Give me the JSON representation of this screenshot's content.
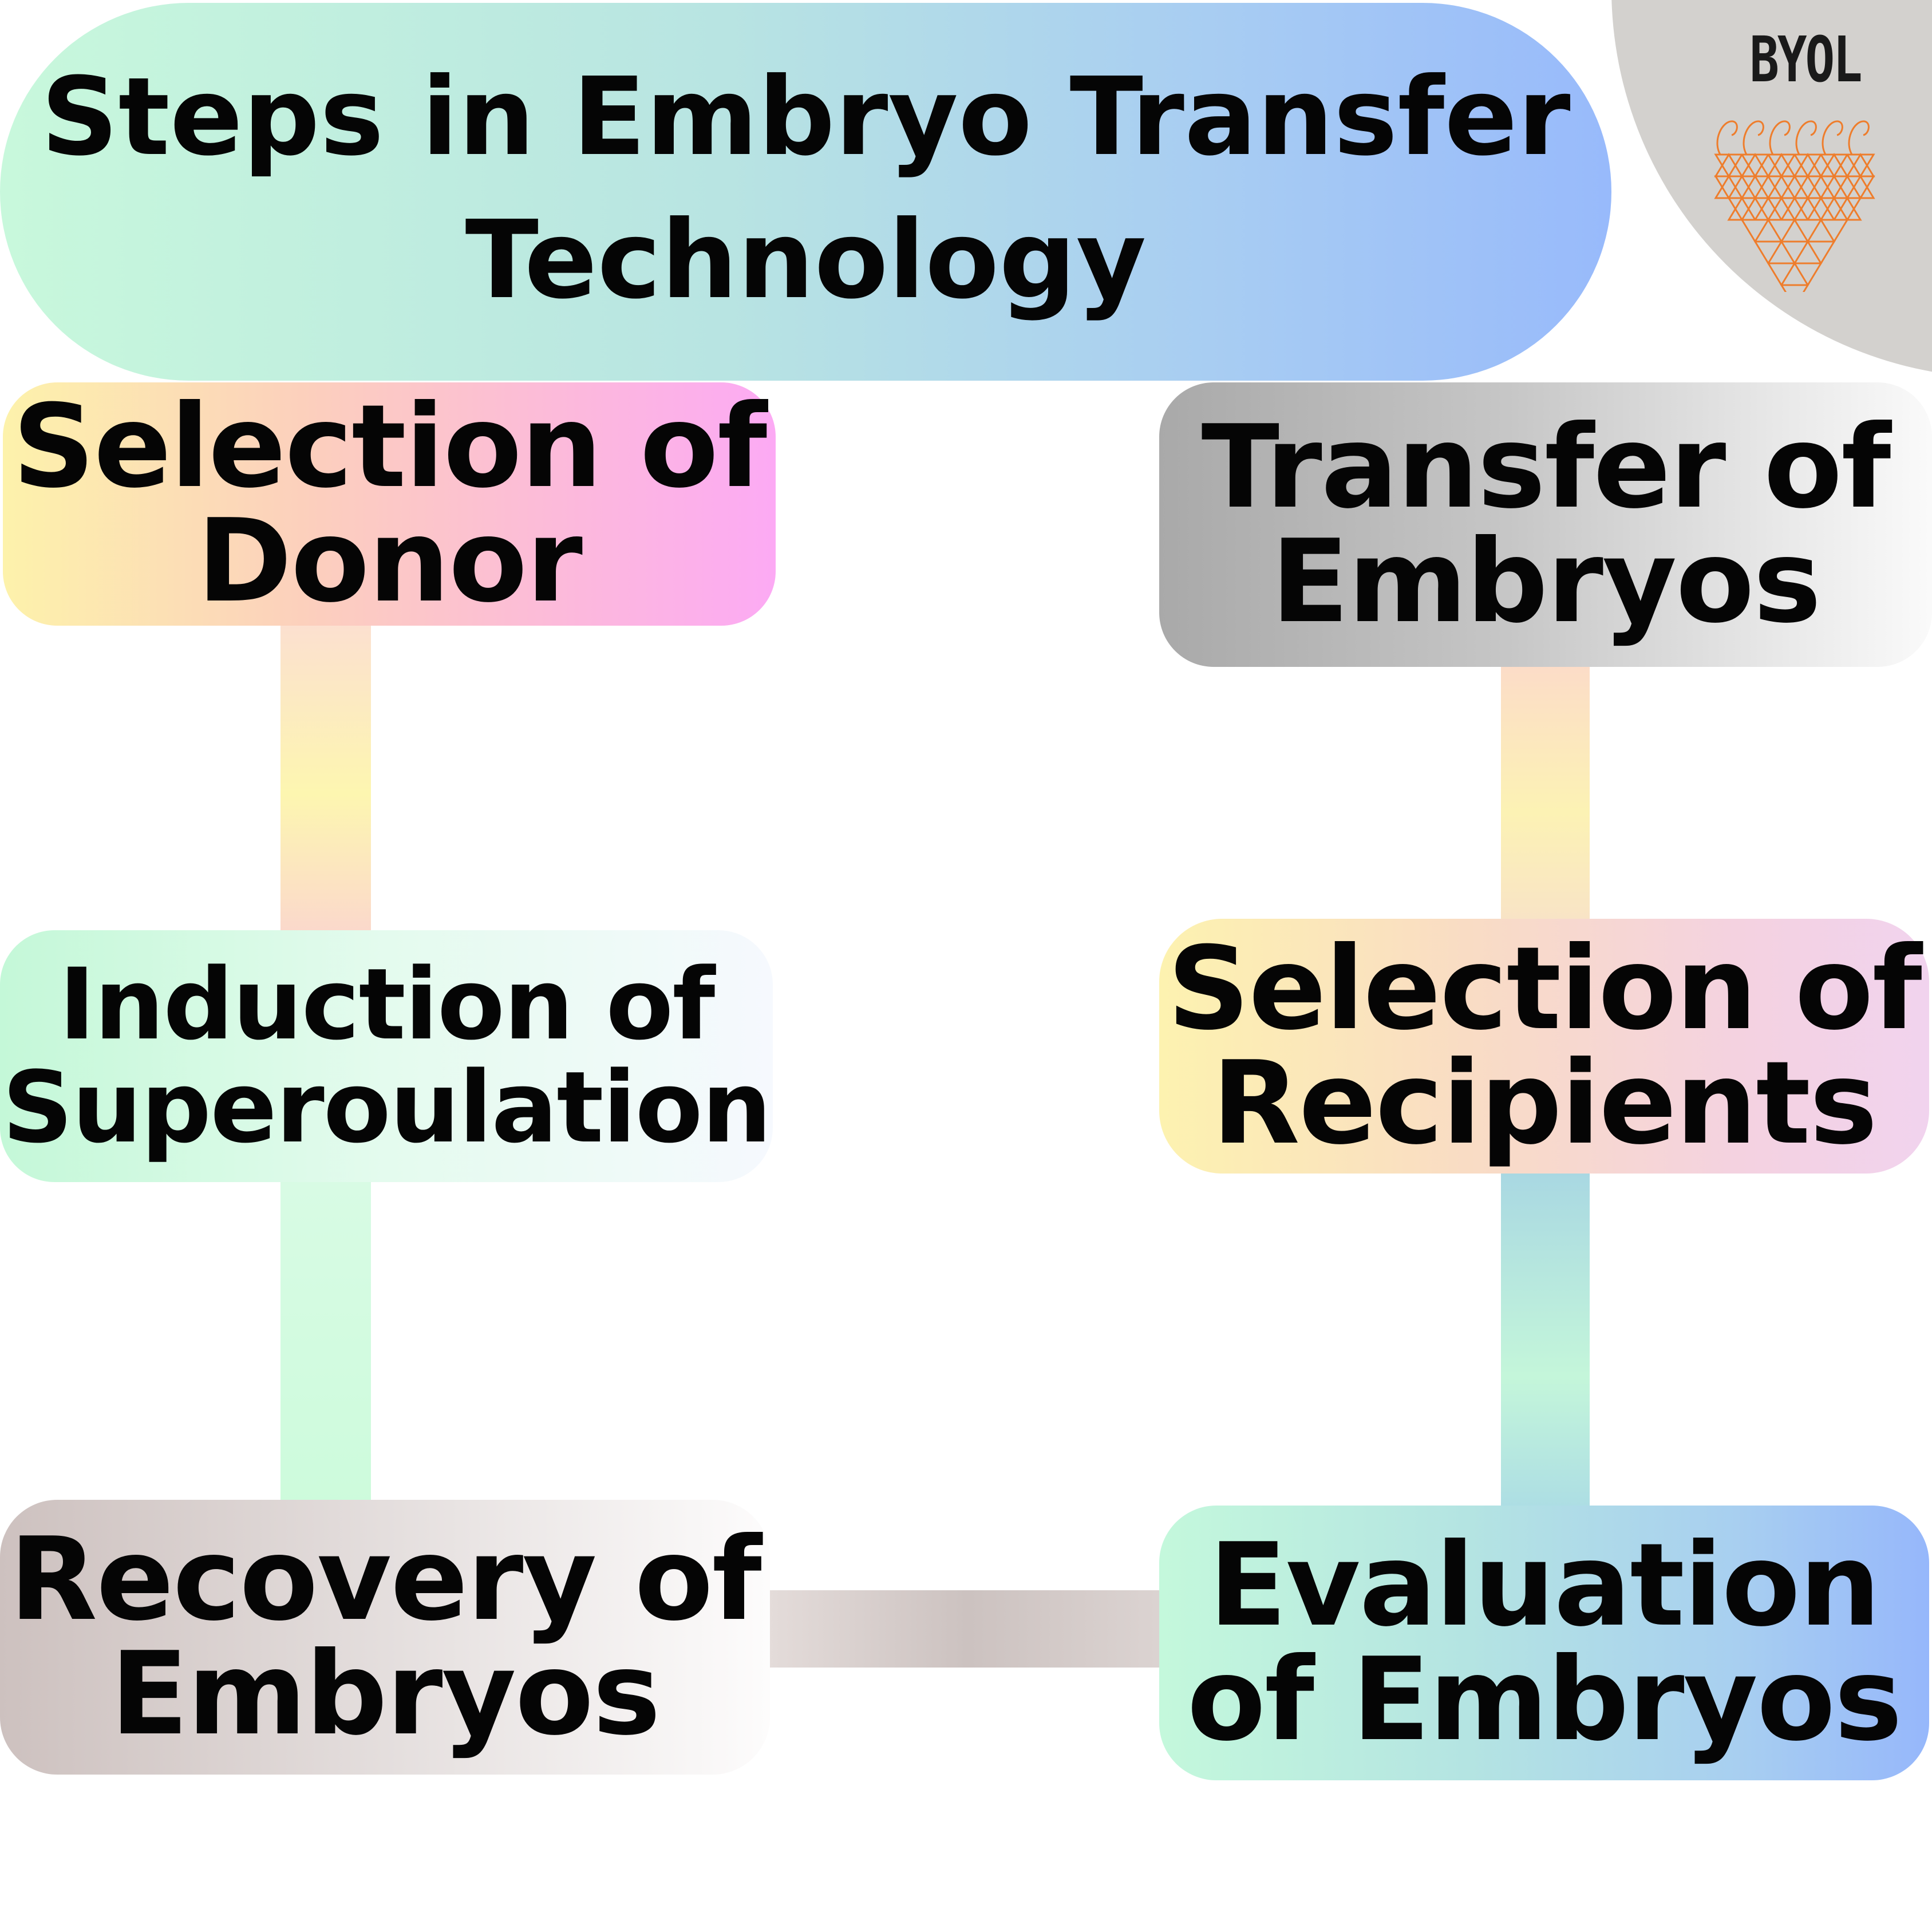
{
  "title": "Steps in Embryo Transfer Technology",
  "logo": {
    "text": "BYOL",
    "mark_icon": "triangle-lattice-heart-icon",
    "mark_color": "#ee7d2c",
    "background_color": "#d3d1ce"
  },
  "steps": [
    {
      "id": "selection-of-donor",
      "label": "Selection of Donor"
    },
    {
      "id": "induction-of-superoulation",
      "label": "Induction of Superoulation"
    },
    {
      "id": "recovery-of-embryos",
      "label": "Recovery of Embryos"
    },
    {
      "id": "evaluation-of-embryos",
      "label": "Evaluation of Embryos"
    },
    {
      "id": "selection-of-recipients",
      "label": "Selection of Recipients"
    },
    {
      "id": "transfer-of-embryos",
      "label": "Transfer of Embryos"
    }
  ],
  "connections": [
    {
      "from": "selection-of-donor",
      "to": "induction-of-superoulation"
    },
    {
      "from": "induction-of-superoulation",
      "to": "recovery-of-embryos"
    },
    {
      "from": "recovery-of-embryos",
      "to": "evaluation-of-embryos"
    },
    {
      "from": "evaluation-of-embryos",
      "to": "selection-of-recipients"
    },
    {
      "from": "selection-of-recipients",
      "to": "transfer-of-embryos"
    }
  ]
}
